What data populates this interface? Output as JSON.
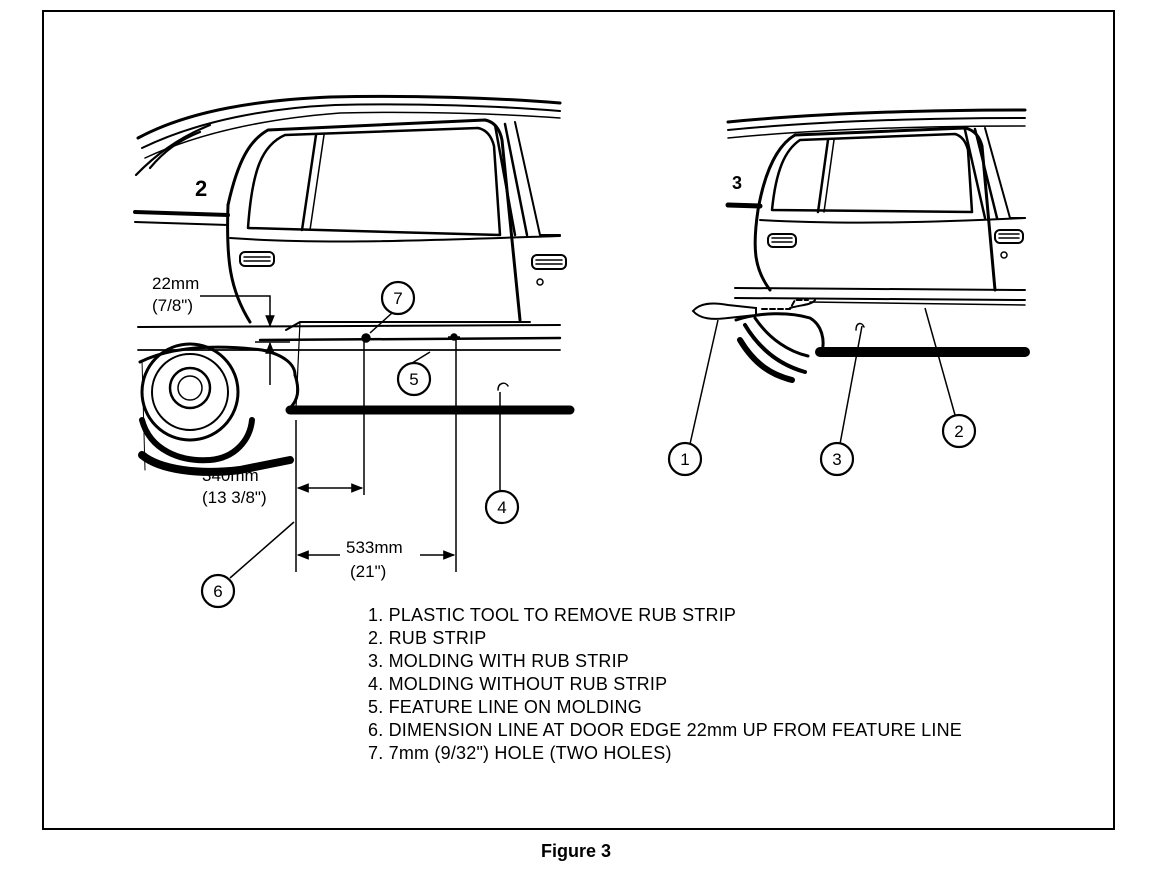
{
  "figure": {
    "caption": "Figure 3",
    "legend": [
      "1. PLASTIC TOOL TO  REMOVE RUB STRIP",
      "2. RUB STRIP",
      "3. MOLDING WITH RUB STRIP",
      "4. MOLDING WITHOUT RUB STRIP",
      "5. FEATURE LINE ON MOLDING",
      "6. DIMENSION LINE AT DOOR EDGE 22mm UP FROM FEATURE LINE",
      "7. 7mm (9/32\") HOLE (TWO HOLES)"
    ]
  },
  "left_view": {
    "dim_22": {
      "metric": "22mm",
      "imperial": "(7/8\")"
    },
    "dim_340": {
      "metric": "340mm",
      "imperial": "(13 3/8\")"
    },
    "dim_533": {
      "metric": "533mm",
      "imperial": "(21\")"
    },
    "callouts": {
      "c7": "7",
      "c5": "5",
      "c4": "4",
      "c6": "6"
    }
  },
  "right_view": {
    "callouts": {
      "c1": "1",
      "c2": "2",
      "c3": "3"
    }
  },
  "colors": {
    "ink": "#000000",
    "paper": "#ffffff"
  }
}
